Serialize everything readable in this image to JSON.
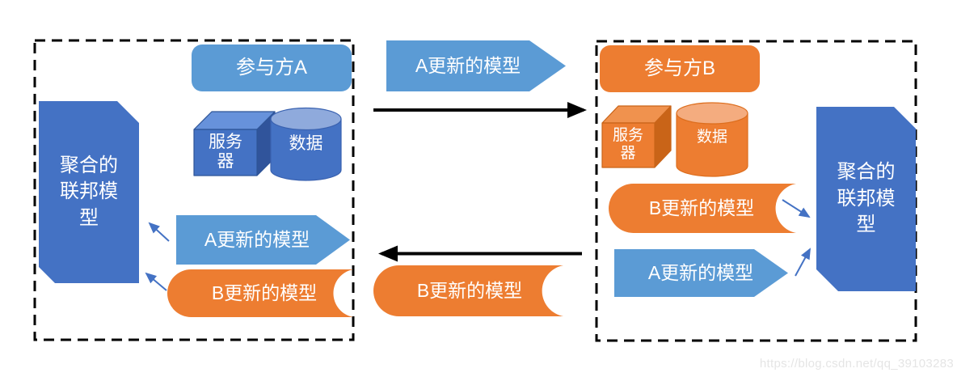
{
  "party_a": {
    "title": "参与方A",
    "server_label": "服务器",
    "data_label": "数据",
    "aggregated_model_label": "聚合的联邦模型",
    "update_from_a_label": "A更新的模型",
    "update_from_b_label": "B更新的模型"
  },
  "party_b": {
    "title": "参与方B",
    "server_label": "服务器",
    "data_label": "数据",
    "aggregated_model_label": "聚合的联邦模型",
    "update_from_b_label": "B更新的模型",
    "update_from_a_label": "A更新的模型"
  },
  "exchange": {
    "a_to_b_label": "A更新的模型",
    "b_to_a_label": "B更新的模型"
  },
  "watermark": "https://blog.csdn.net/qq_39103283",
  "colors": {
    "blue_primary": "#4472C4",
    "blue_light": "#5B9BD5",
    "blue_cylinder_top": "#8FAADC",
    "blue_cube_top": "#6792DB",
    "blue_cube_side": "#30549B",
    "orange_primary": "#ED7D31",
    "orange_cylinder_top": "#F4AC7F",
    "orange_cube_top": "#F0924E",
    "orange_cube_side": "#C96418",
    "dashed_border": "#000000",
    "black_arrow": "#000000",
    "thin_arrow_blue": "#4472C4",
    "watermark_gray": "#E5E5E5"
  }
}
